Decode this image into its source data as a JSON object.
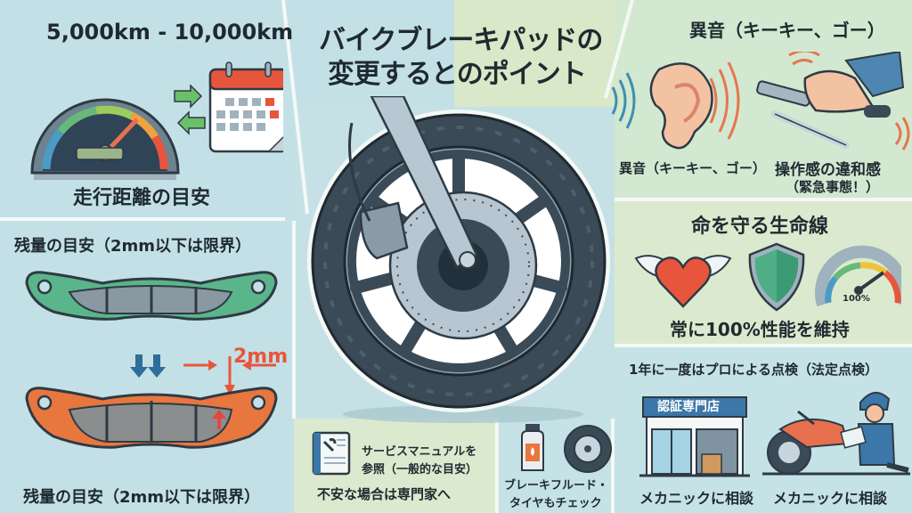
{
  "title": {
    "line1": "バイクブレーキパッドの",
    "line2": "変更するとのポイント"
  },
  "mileage": {
    "range": "5,000km - 10,000km",
    "caption": "走行距離の目安",
    "icons": [
      "speedometer-icon",
      "arrows-exchange-icon",
      "calendar-icon"
    ]
  },
  "remaining": {
    "heading": "残量の目安（2mm以下は限界）",
    "measure_label": "2mm",
    "caption": "残量の目安（2mm以下は限界）",
    "icons": [
      "new-brake-pad-icon",
      "down-arrows-icon",
      "worn-brake-pad-icon"
    ]
  },
  "noise": {
    "heading": "異音（キーキー、ゴー）",
    "ear_caption": "異音（キーキー、ゴー）",
    "lever_caption_line1": "操作感の違和感",
    "lever_caption_line2": "（緊急事態！）",
    "icons": [
      "ear-icon",
      "sound-waves-icon",
      "brake-lever-hand-icon"
    ]
  },
  "lifeline": {
    "heading": "命を守る生命線",
    "gauge_label": "100%",
    "caption": "常に100%性能を維持",
    "icons": [
      "winged-heart-icon",
      "shield-icon",
      "gauge-icon"
    ]
  },
  "inspection": {
    "heading": "1年に一度はプロによる点検（法定点検）",
    "shop_sign": "認証専門店",
    "shop_caption": "メカニックに相談",
    "mechanic_caption": "メカニックに相談",
    "icons": [
      "shop-icon",
      "mechanic-motorcycle-icon"
    ]
  },
  "manual": {
    "line1": "サービスマニュアルを",
    "line2": "参照（一般的な目安）",
    "line3": "不安な場合は専門家へ",
    "icons": [
      "service-manual-icon"
    ]
  },
  "fluid": {
    "line1": "ブレーキフルード・",
    "line2": "タイヤもチェック",
    "icons": [
      "brake-fluid-bottle-icon",
      "tire-icon"
    ]
  },
  "center": {
    "icons": [
      "motorcycle-wheel-icon",
      "brake-disc-icon",
      "caliper-icon",
      "front-fork-icon"
    ]
  },
  "colors": {
    "panel_blue": "#c3e0e6",
    "panel_green": "#d8e8c8",
    "accent_red": "#e8553d",
    "pad_green": "#5bb58a",
    "pad_orange": "#e8763f",
    "tire_dark": "#3b4a57",
    "text_dark": "#1f2a30"
  }
}
